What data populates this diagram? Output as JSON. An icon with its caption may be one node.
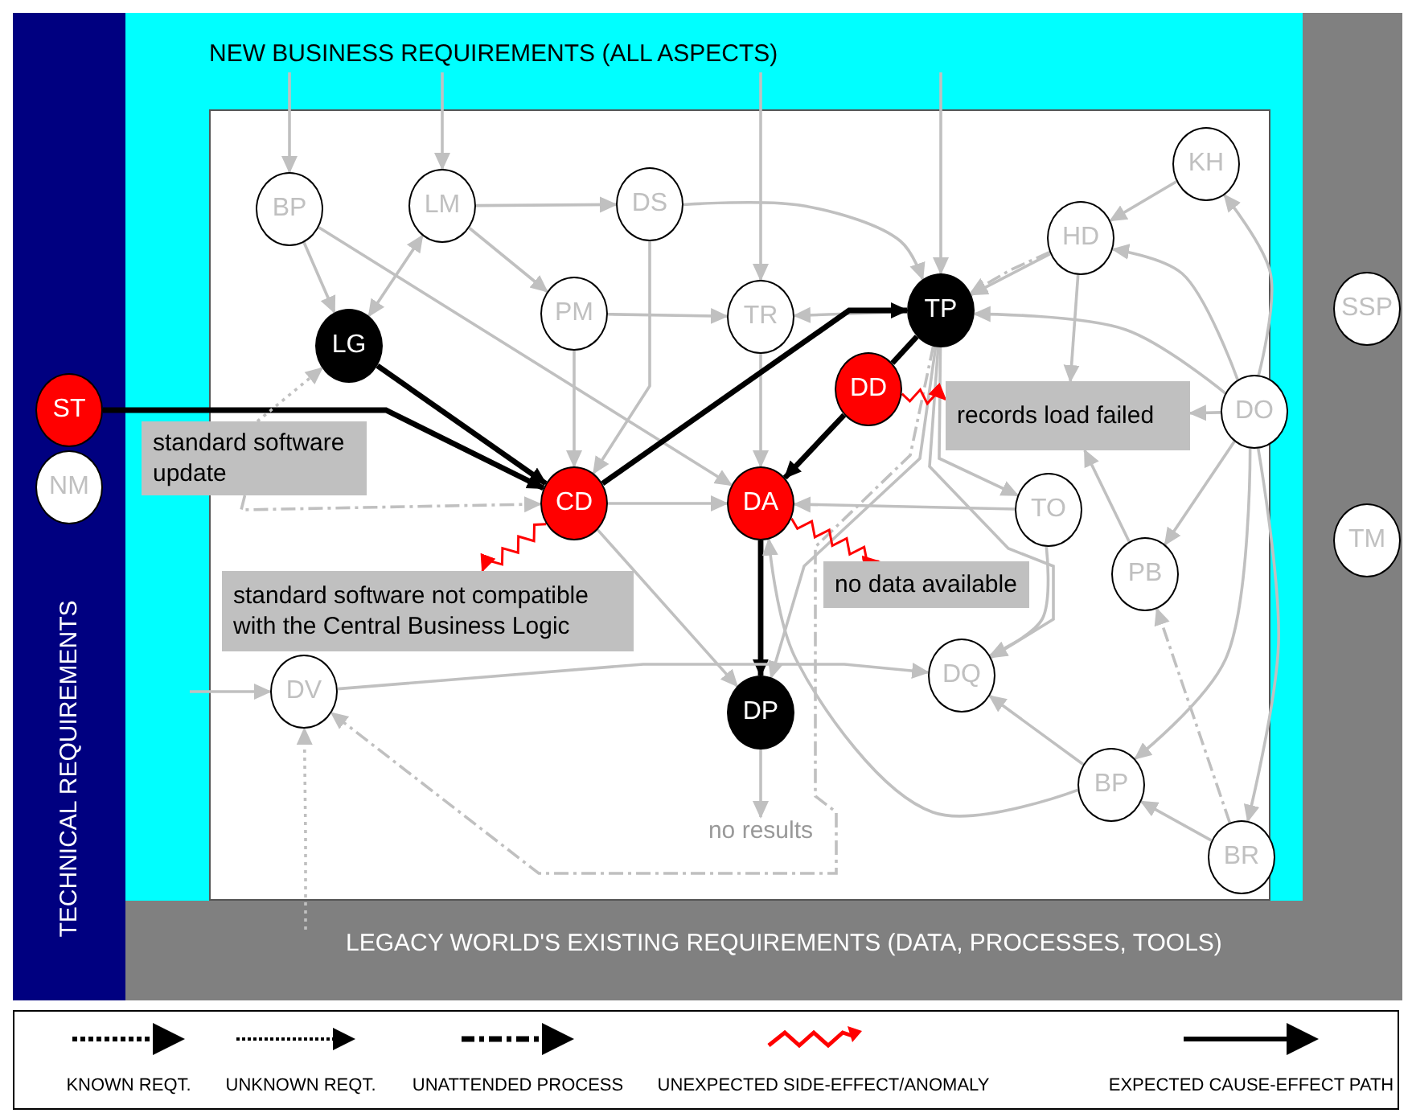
{
  "diagram": {
    "nodes": [
      {
        "text": [
          "TECHNICAL REQUIREMENTS"
        ]
      },
      {
        "text": [
          "NEW BUSINESS REQUIREMENTS (ALL ASPECTS)"
        ]
      },
      {
        "text": [],
        "shape": "bar"
      },
      {
        "text": [
          "LEGACY WORLD'S EXISTING REQUIREMENTS (DATA, PROCESSES, TOOLS)"
        ]
      },
      {
        "text": [
          "BP"
        ],
        "in": 1
      },
      {
        "text": [
          "LM"
        ],
        "in": 1
      },
      {
        "text": [
          "DS"
        ],
        "in": 1
      },
      {
        "text": [
          "TR"
        ],
        "in": 1
      },
      {
        "text": [
          "TP"
        ],
        "in": 1
      },
      {
        "text": [
          "KH"
        ],
        "in": 1
      },
      {
        "text": [
          "HD"
        ],
        "in": 1
      },
      {
        "text": [
          "PM"
        ],
        "in": 1
      },
      {
        "text": [
          "SSP"
        ],
        "in": 2
      },
      {
        "text": [
          "LG"
        ],
        "in": 1
      },
      {
        "text": [
          "DD"
        ],
        "in": 1
      },
      {
        "text": [
          "ST"
        ],
        "in": 0
      },
      {
        "text": [
          "records load failed"
        ],
        "in": 1
      },
      {
        "text": [
          "DO"
        ],
        "in": 1
      },
      {
        "text": [
          "standard software update"
        ],
        "in": 1
      },
      {
        "text": [
          "NM"
        ],
        "in": 0
      },
      {
        "text": [
          "CD"
        ],
        "in": 1
      },
      {
        "text": [
          "DA"
        ],
        "in": 1
      },
      {
        "text": [
          "TO"
        ],
        "in": 1
      },
      {
        "text": [
          "TM"
        ],
        "in": 2
      },
      {
        "text": [
          "no data available"
        ],
        "in": 1
      },
      {
        "text": [
          "PB"
        ],
        "in": 1
      },
      {
        "text": [
          "standard software not compatible with the Central Business Logic"
        ],
        "in": 1
      },
      {
        "text": [
          "DV"
        ],
        "in": 1
      },
      {
        "text": [
          "DQ"
        ],
        "in": 1
      },
      {
        "text": [
          "DP"
        ],
        "in": 1
      },
      {
        "text": [
          "BP"
        ],
        "in": 1
      },
      {
        "text": [
          "no results"
        ],
        "in": 1
      },
      {
        "text": [
          "BR"
        ],
        "in": 1
      }
    ],
    "edges": [
      {
        "from": null,
        "to": 4,
        "arrow": "to"
      },
      {
        "from": null,
        "to": 5,
        "arrow": "to"
      },
      {
        "from": null,
        "to": 7,
        "arrow": "to"
      },
      {
        "from": null,
        "to": 8,
        "arrow": "to"
      },
      {
        "from": 4,
        "to": 13,
        "arrow": "to"
      },
      {
        "from": 5,
        "to": 13,
        "arrow": "both"
      },
      {
        "from": 5,
        "to": 6,
        "arrow": "to"
      },
      {
        "from": 5,
        "to": 11,
        "arrow": "to"
      },
      {
        "from": 4,
        "to": 21,
        "arrow": "to"
      },
      {
        "from": 6,
        "to": 20,
        "arrow": "to"
      },
      {
        "from": 6,
        "to": 8,
        "arrow": "to"
      },
      {
        "from": 11,
        "to": 7,
        "arrow": "to"
      },
      {
        "from": 11,
        "to": 20,
        "arrow": "to"
      },
      {
        "from": 7,
        "to": 21,
        "arrow": "to"
      },
      {
        "from": 8,
        "to": 7,
        "arrow": "to"
      },
      {
        "from": 13,
        "to": 20,
        "arrow": "to",
        "style": "thick",
        "color": "#000000"
      },
      {
        "from": 15,
        "to": 20,
        "arrow": "to",
        "style": "thick",
        "color": "#000000"
      },
      {
        "from": 20,
        "to": 8,
        "arrow": "to",
        "style": "thick",
        "color": "#000000"
      },
      {
        "from": 20,
        "to": 21,
        "arrow": "to"
      },
      {
        "from": 20,
        "to": 29,
        "arrow": "to"
      },
      {
        "from": 8,
        "to": 14,
        "arrow": "none",
        "style": "thick",
        "color": "#000000"
      },
      {
        "from": 14,
        "to": 21,
        "arrow": "to",
        "style": "thick",
        "color": "#000000"
      },
      {
        "from": 21,
        "to": 29,
        "arrow": "to",
        "style": "thick",
        "color": "#000000"
      },
      {
        "from": 29,
        "to": 31,
        "arrow": "to"
      },
      {
        "from": 9,
        "to": 10,
        "arrow": "to"
      },
      {
        "from": 17,
        "to": 10,
        "arrow": "to"
      },
      {
        "from": 17,
        "to": 9,
        "arrow": "to"
      },
      {
        "from": 10,
        "to": 8,
        "arrow": "to"
      },
      {
        "from": 10,
        "to": 8,
        "arrow": "to",
        "style": "dashed"
      },
      {
        "from": 17,
        "to": 8,
        "arrow": "to"
      },
      {
        "from": 17,
        "to": 16,
        "arrow": "to"
      },
      {
        "from": 10,
        "to": 16,
        "arrow": "to"
      },
      {
        "from": 25,
        "to": 16,
        "arrow": "to"
      },
      {
        "from": 8,
        "to": 22,
        "arrow": "to"
      },
      {
        "from": 22,
        "to": 21,
        "arrow": "to"
      },
      {
        "from": 22,
        "to": 28,
        "arrow": "to"
      },
      {
        "from": 8,
        "to": 28,
        "arrow": "to"
      },
      {
        "from": 8,
        "to": 29,
        "arrow": "to"
      },
      {
        "from": 17,
        "to": 25,
        "arrow": "to"
      },
      {
        "from": 17,
        "to": 30,
        "arrow": "to"
      },
      {
        "from": 17,
        "to": 32,
        "arrow": "to"
      },
      {
        "from": 32,
        "to": 30,
        "arrow": "to"
      },
      {
        "from": 32,
        "to": 25,
        "arrow": "to",
        "style": "dashed"
      },
      {
        "from": 30,
        "to": 28,
        "arrow": "to"
      },
      {
        "from": 30,
        "to": 21,
        "arrow": "to"
      },
      {
        "from": 18,
        "to": 20,
        "arrow": "to",
        "style": "dashed"
      },
      {
        "from": null,
        "to": 27,
        "arrow": "to"
      },
      {
        "from": 27,
        "to": 28,
        "arrow": "to"
      },
      {
        "from": 8,
        "to": 27,
        "arrow": "to",
        "style": "dashed"
      },
      {
        "from": 18,
        "to": 13,
        "arrow": "to",
        "style": "dashed"
      },
      {
        "from": 3,
        "to": 27,
        "arrow": "to",
        "style": "dashed"
      },
      {
        "from": 20,
        "to": 26,
        "arrow": "to",
        "color": "#ff0000"
      },
      {
        "from": 21,
        "to": 24,
        "arrow": "to",
        "color": "#ff0000"
      },
      {
        "from": 14,
        "to": 16,
        "arrow": "to",
        "color": "#ff0000"
      }
    ],
    "legend": [
      {
        "text": "KNOWN REQT."
      },
      {
        "text": "UNKNOWN REQT."
      },
      {
        "text": "UNATTENDED PROCESS"
      },
      {
        "text": "UNEXPECTED SIDE-EFFECT/ANOMALY"
      },
      {
        "text": "EXPECTED CAUSE-EFFECT PATH"
      }
    ]
  }
}
